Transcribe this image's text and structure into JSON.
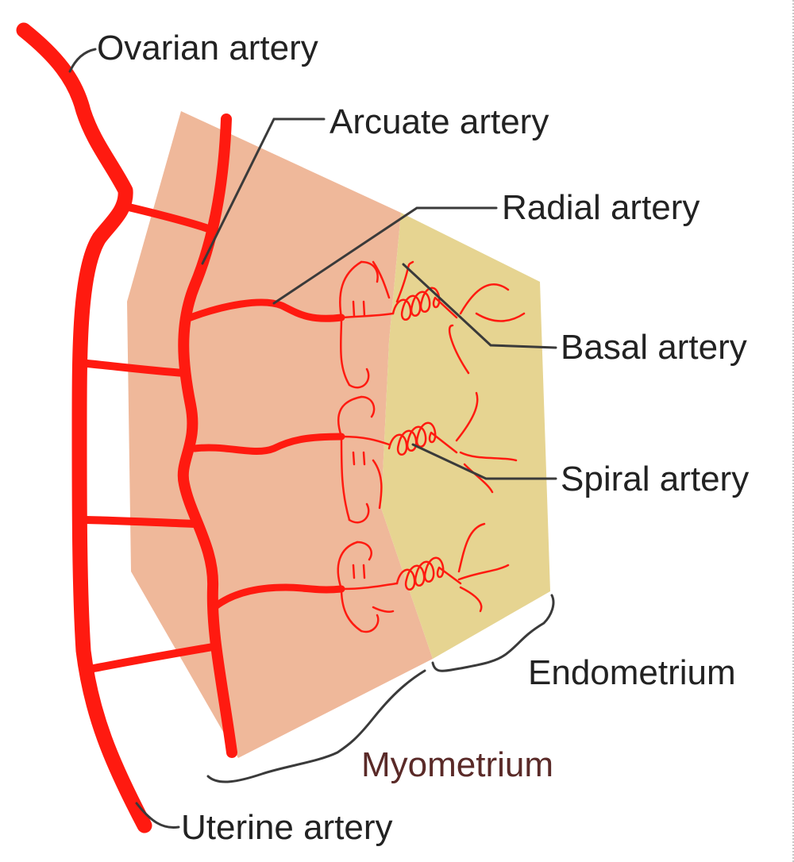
{
  "labels": {
    "ovarian_artery": "Ovarian artery",
    "arcuate_artery": "Arcuate artery",
    "radial_artery": "Radial artery",
    "basal_artery": "Basal artery",
    "spiral_artery": "Spiral artery",
    "endometrium": "Endometrium",
    "myometrium": "Myometrium",
    "uterine_artery": "Uterine artery"
  },
  "colors": {
    "artery": "#ff1a10",
    "myometrium_fill": "#efb89a",
    "endometrium_fill": "#e6d491",
    "leader_line": "#3a3a3a",
    "label_text": "#222222",
    "myometrium_label_text": "#5a2a28"
  }
}
